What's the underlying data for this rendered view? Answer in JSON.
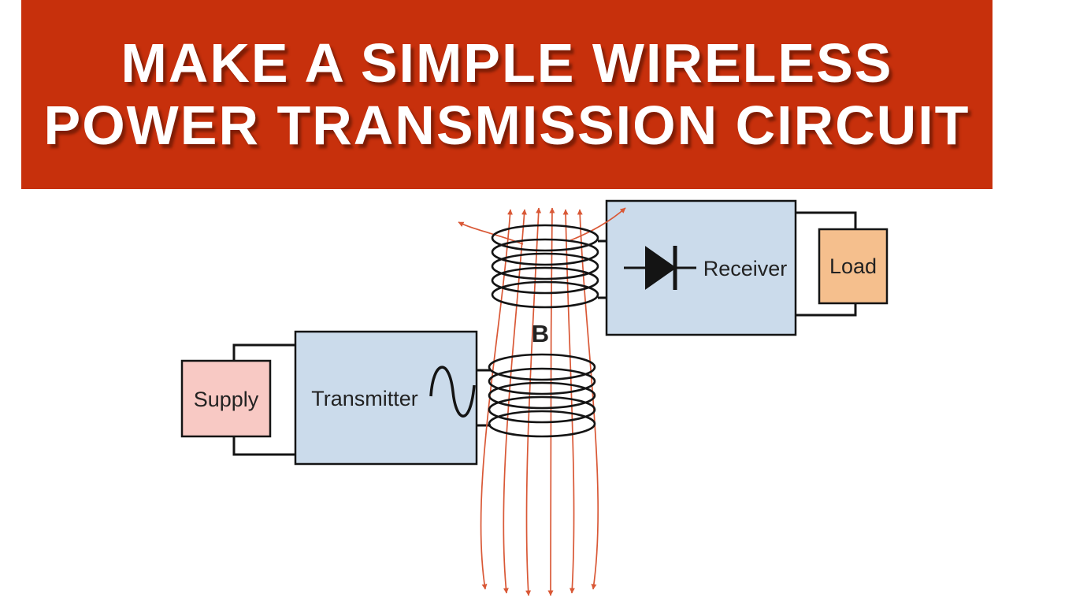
{
  "banner": {
    "title_line1": "MAKE A SIMPLE WIRELESS",
    "title_line2": "POWER TRANSMISSION CIRCUIT",
    "bg_color": "#c7300c",
    "text_color": "#ffffff"
  },
  "diagram": {
    "supply_label": "Supply",
    "transmitter_label": "Transmitter",
    "receiver_label": "Receiver",
    "load_label": "Load",
    "field_label": "B",
    "colors": {
      "supply_fill": "#f8c9c4",
      "transmitter_fill": "#cbdbeb",
      "receiver_fill": "#cbdbeb",
      "load_fill": "#f5bf8d",
      "field_line": "#d95836",
      "field_label_color": "#e2401c",
      "outline": "#141414"
    }
  }
}
